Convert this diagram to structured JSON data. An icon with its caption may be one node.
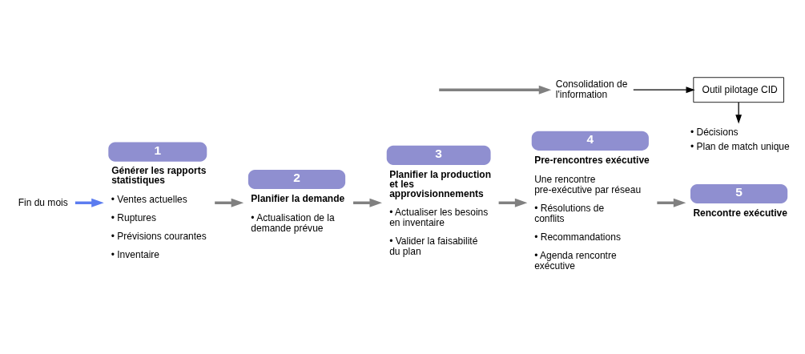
{
  "diagram": {
    "nodes": [
      {
        "text": [
          "1",
          "Générer les rapports statistiques"
        ],
        "beside": [
          "• Ventes actuelles",
          "• Ruptures",
          "• Prévisions courantes",
          "• Inventaire"
        ]
      },
      {
        "text": [
          "2",
          "Planifier la demande"
        ],
        "beside": [
          "• Actualisation de la demande prévue"
        ]
      },
      {
        "text": [
          "3",
          "Planifier la production et les approvisionnements"
        ],
        "beside": [
          "• Actualiser les besoins en inventaire",
          "• Valider la faisabilité du plan"
        ]
      },
      {
        "text": [
          "4",
          "Pre-rencontres exécutive"
        ],
        "beside": [
          "Une rencontre pre-exécutive par réseau",
          "• Résolutions de conflits",
          "• Recommandations",
          "• Agenda rencontre exécutive"
        ]
      },
      {
        "text": [
          "5",
          "Rencontre exécutive"
        ]
      },
      {
        "text": [
          "Fin du mois"
        ]
      },
      {
        "text": [
          "Consolidation de l'information"
        ]
      },
      {
        "text": [
          "Outil pilotage CID"
        ]
      },
      {
        "text": [
          "• Décisions",
          "• Plan de match unique"
        ]
      }
    ],
    "edges": [
      {
        "from": 5,
        "to": 0,
        "arrow": "to",
        "color": "#5b7cf0"
      },
      {
        "from": 0,
        "to": 1,
        "arrow": "to"
      },
      {
        "from": 1,
        "to": 2,
        "arrow": "to"
      },
      {
        "from": 2,
        "to": 3,
        "arrow": "to"
      },
      {
        "from": 3,
        "to": 4,
        "arrow": "to"
      },
      {
        "from": null,
        "to": 6,
        "arrow": "to"
      },
      {
        "from": 6,
        "to": 7,
        "arrow": "to",
        "color": "#000000"
      },
      {
        "from": 7,
        "to": 8,
        "arrow": "to",
        "color": "#000000"
      }
    ]
  }
}
